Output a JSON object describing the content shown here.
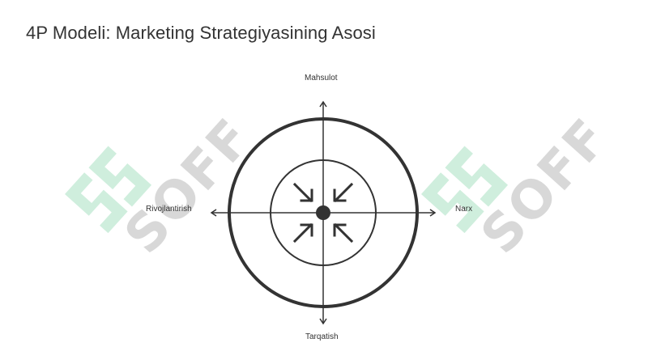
{
  "slide": {
    "title": "4P Modeli: Marketing Strategiyasining Asosi"
  },
  "diagram": {
    "labels": {
      "top": "Mahsulot",
      "right": "Narx",
      "bottom": "Tarqatish",
      "left": "Rivojlantirish"
    }
  },
  "watermark": {
    "text": "SOFF",
    "text_color": "#d8d8d8",
    "logo_color": "#cfeedd"
  },
  "colors": {
    "stroke": "#333333",
    "text": "#333333"
  }
}
